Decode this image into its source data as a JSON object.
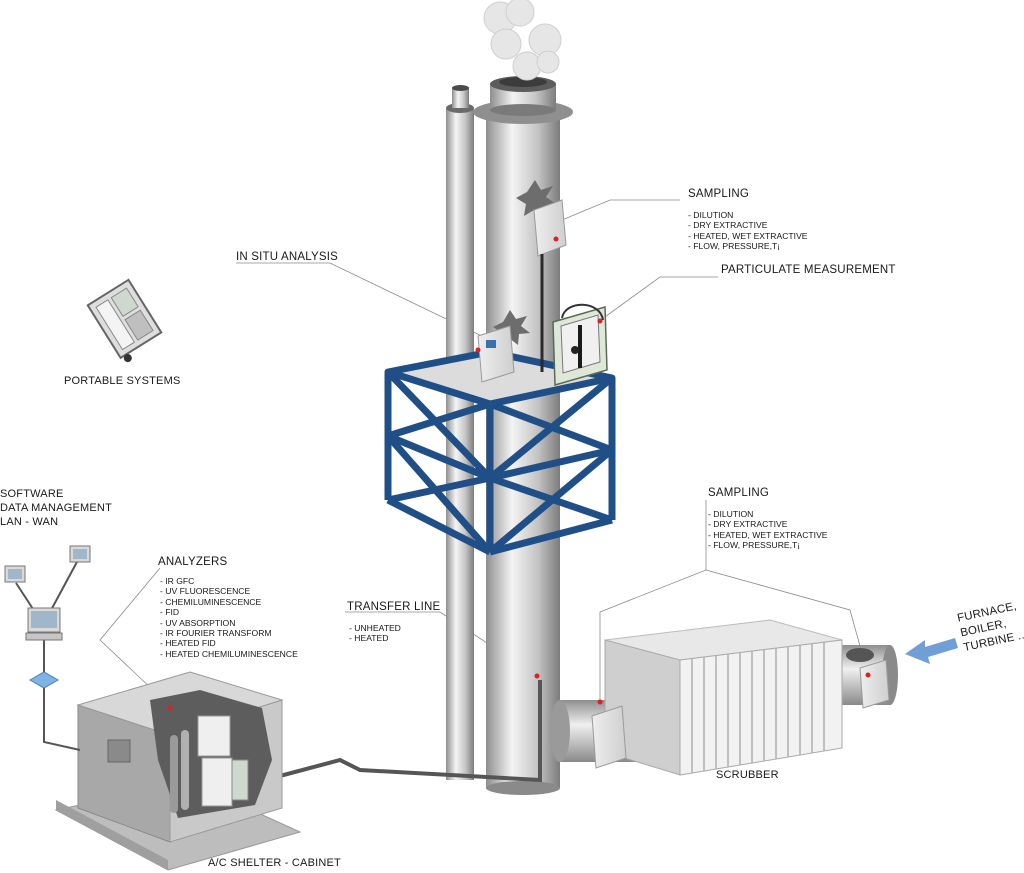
{
  "labels": {
    "sampling_top": {
      "title": "SAMPLING",
      "items": [
        "- DILUTION",
        "- DRY EXTRACTIVE",
        "- HEATED, WET EXTRACTIVE",
        "- FLOW, PRESSURE,T¡"
      ]
    },
    "particulate": "PARTICULATE MEASUREMENT",
    "in_situ": "IN SITU ANALYSIS",
    "portable": "PORTABLE SYSTEMS",
    "software": [
      "SOFTWARE",
      "DATA MANAGEMENT",
      "LAN - WAN"
    ],
    "analyzers": {
      "title": "ANALYZERS",
      "items": [
        "- IR GFC",
        "- UV FLUORESCENCE",
        "- CHEMILUMINESCENCE",
        "- FID",
        "- UV ABSORPTION",
        "- IR FOURIER TRANSFORM",
        "- HEATED FID",
        "- HEATED CHEMILUMINESCENCE"
      ]
    },
    "transfer_line": {
      "title": "TRANSFER LINE",
      "items": [
        "- UNHEATED",
        "- HEATED"
      ]
    },
    "sampling_right": {
      "title": "SAMPLING",
      "items": [
        "- DILUTION",
        "- DRY EXTRACTIVE",
        "- HEATED, WET EXTRACTIVE",
        "- FLOW, PRESSURE,T¡"
      ]
    },
    "furnace": [
      "FURNACE,",
      "BOILER,",
      "TURBINE ..."
    ],
    "scrubber": "SCRUBBER",
    "shelter": "A/C SHELTER - CABINET"
  },
  "colors": {
    "frame_blue": "#1f4f86",
    "arrow_blue": "#6f9fd6",
    "marker_red": "#e02020",
    "line_gray": "#8a8a8a"
  }
}
